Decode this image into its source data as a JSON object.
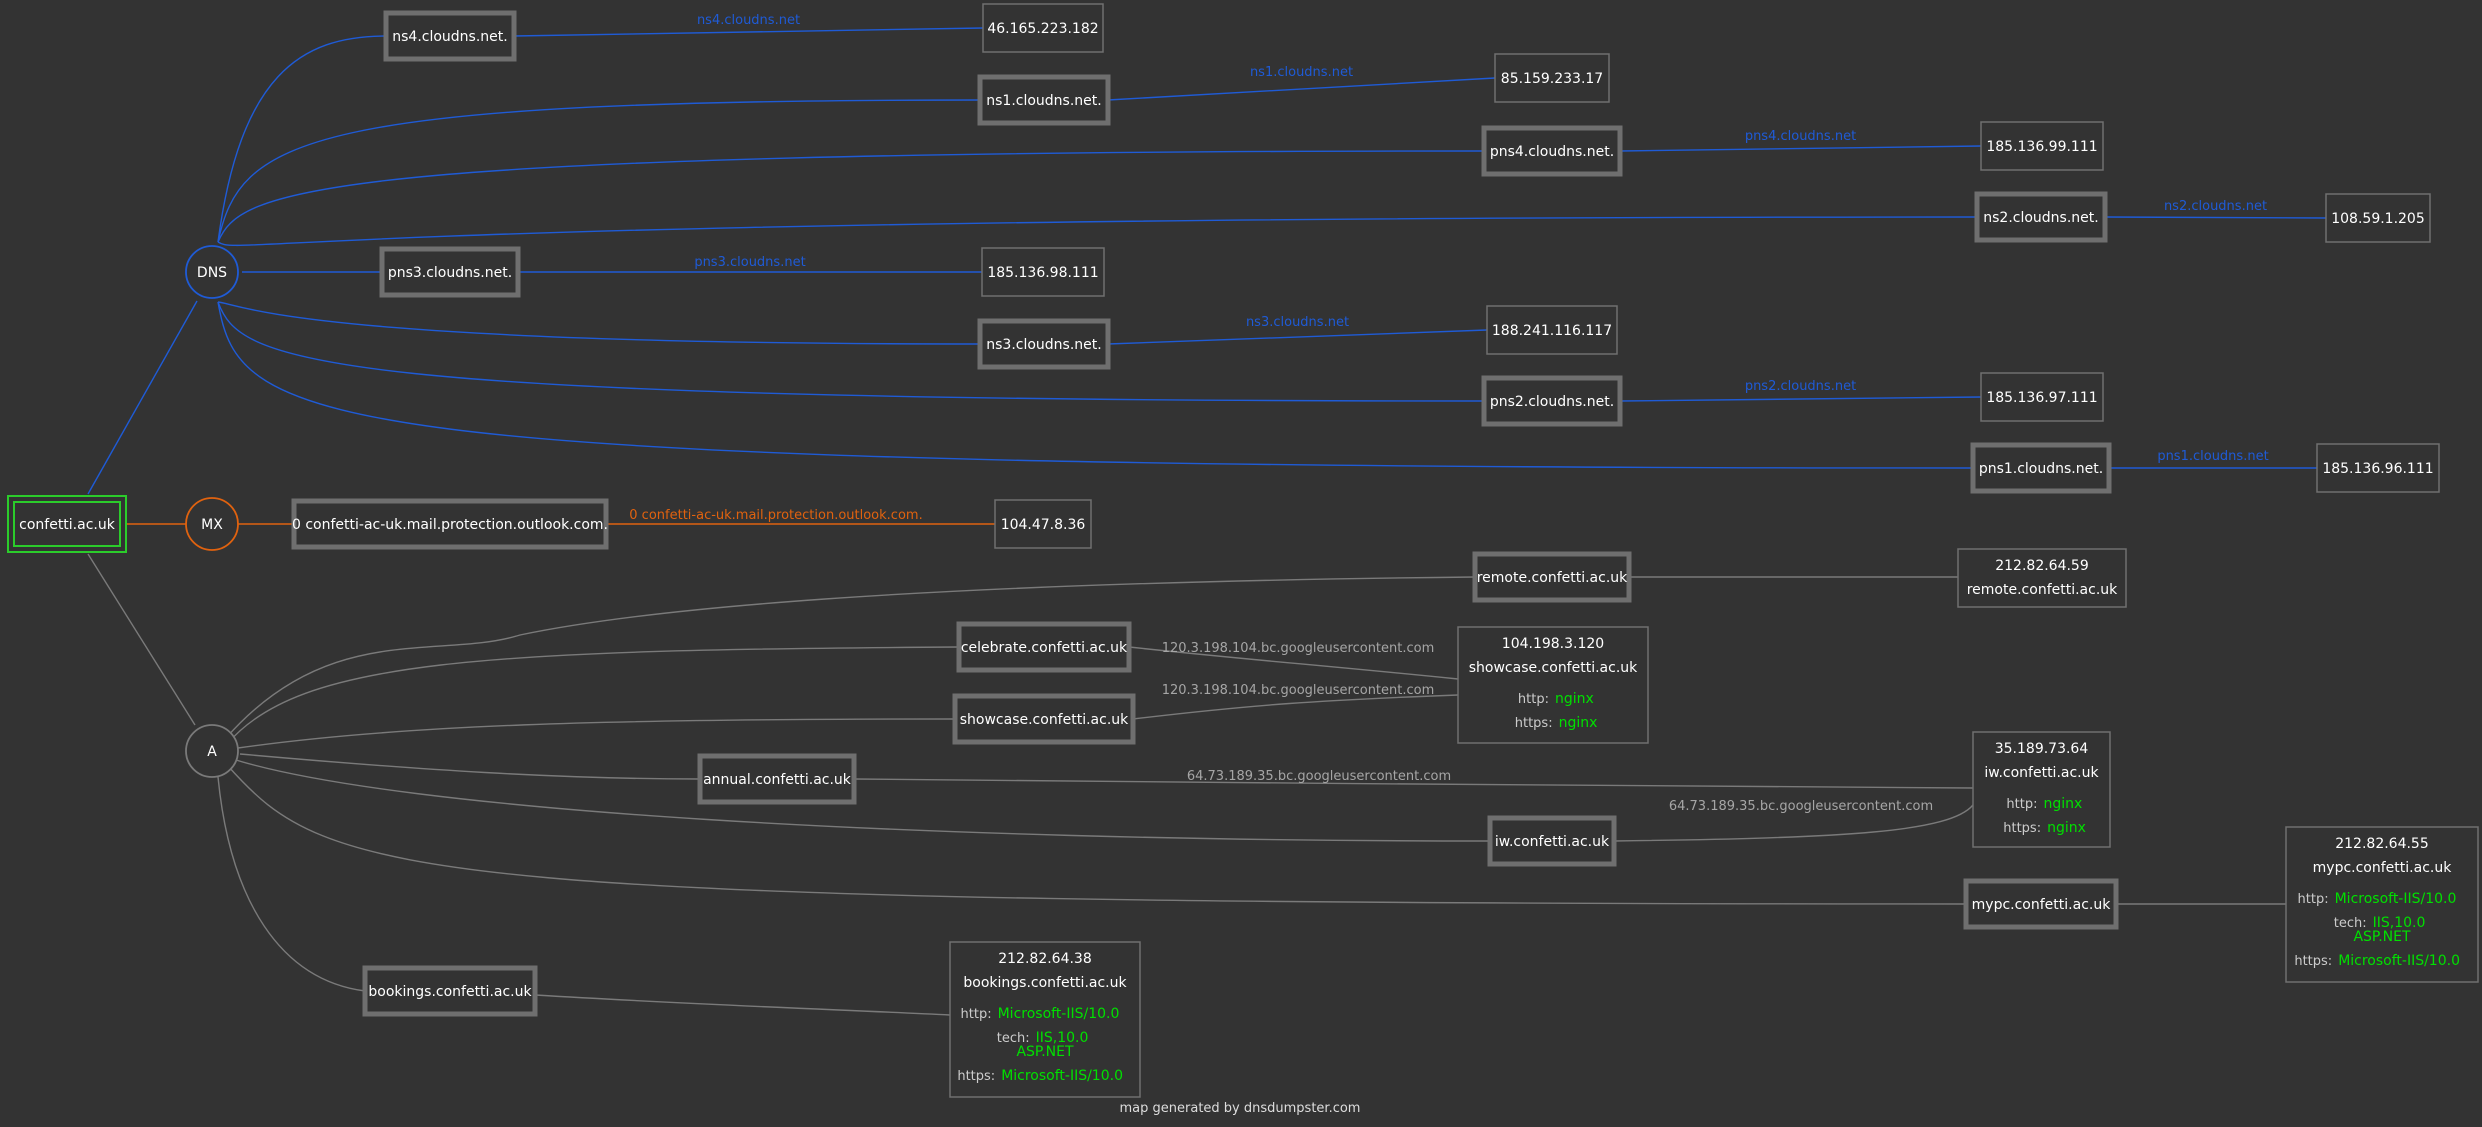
{
  "colors": {
    "background": "#333333",
    "dns": "#1f5bd6",
    "mx": "#e0620f",
    "a": "#7a7a7a",
    "root": "#2bcc2b",
    "box_thick": "#6f6f6f",
    "box_thin": "#707070",
    "text": "#ffffff",
    "service": "#00e000",
    "edge_label_grey": "#a6a6a6"
  },
  "root": {
    "label": "confetti.ac.uk"
  },
  "categories": [
    {
      "id": "dns",
      "label": "DNS"
    },
    {
      "id": "mx",
      "label": "MX"
    },
    {
      "id": "a",
      "label": "A"
    }
  ],
  "dns_records": [
    {
      "host": "ns4.cloudns.net.",
      "edge_label": "ns4.cloudns.net",
      "ip": "46.165.223.182"
    },
    {
      "host": "ns1.cloudns.net.",
      "edge_label": "ns1.cloudns.net",
      "ip": "85.159.233.17"
    },
    {
      "host": "pns4.cloudns.net.",
      "edge_label": "pns4.cloudns.net",
      "ip": "185.136.99.111"
    },
    {
      "host": "ns2.cloudns.net.",
      "edge_label": "ns2.cloudns.net",
      "ip": "108.59.1.205"
    },
    {
      "host": "pns3.cloudns.net.",
      "edge_label": "pns3.cloudns.net",
      "ip": "185.136.98.111"
    },
    {
      "host": "ns3.cloudns.net.",
      "edge_label": "ns3.cloudns.net",
      "ip": "188.241.116.117"
    },
    {
      "host": "pns2.cloudns.net.",
      "edge_label": "pns2.cloudns.net",
      "ip": "185.136.97.111"
    },
    {
      "host": "pns1.cloudns.net.",
      "edge_label": "pns1.cloudns.net",
      "ip": "185.136.96.111"
    }
  ],
  "mx_records": [
    {
      "host": "0 confetti-ac-uk.mail.protection.outlook.com.",
      "edge_label": "0 confetti-ac-uk.mail.protection.outlook.com.",
      "ip": "104.47.8.36"
    }
  ],
  "a_records": [
    {
      "host": "remote.confetti.ac.uk",
      "edge_label": ""
    },
    {
      "host": "celebrate.confetti.ac.uk",
      "edge_label": "120.3.198.104.bc.googleusercontent.com"
    },
    {
      "host": "showcase.confetti.ac.uk",
      "edge_label": "120.3.198.104.bc.googleusercontent.com"
    },
    {
      "host": "annual.confetti.ac.uk",
      "edge_label": "64.73.189.35.bc.googleusercontent.com"
    },
    {
      "host": "iw.confetti.ac.uk",
      "edge_label": "64.73.189.35.bc.googleusercontent.com"
    },
    {
      "host": "mypc.confetti.ac.uk",
      "edge_label": ""
    },
    {
      "host": "bookings.confetti.ac.uk",
      "edge_label": ""
    }
  ],
  "ip_info": [
    {
      "ip": "212.82.64.59",
      "name": "remote.confetti.ac.uk",
      "services": []
    },
    {
      "ip": "104.198.3.120",
      "name": "showcase.confetti.ac.uk",
      "services": [
        {
          "key": "http:",
          "value": [
            "nginx"
          ]
        },
        {
          "key": "https:",
          "value": [
            "nginx"
          ]
        }
      ]
    },
    {
      "ip": "35.189.73.64",
      "name": "iw.confetti.ac.uk",
      "services": [
        {
          "key": "http:",
          "value": [
            "nginx"
          ]
        },
        {
          "key": "https:",
          "value": [
            "nginx"
          ]
        }
      ]
    },
    {
      "ip": "212.82.64.55",
      "name": "mypc.confetti.ac.uk",
      "services": [
        {
          "key": "http:",
          "value": [
            "Microsoft-IIS/10.0"
          ]
        },
        {
          "key": "tech:",
          "value": [
            "IIS,10.0",
            "ASP.NET"
          ]
        },
        {
          "key": "https:",
          "value": [
            "Microsoft-IIS/10.0"
          ]
        }
      ]
    },
    {
      "ip": "212.82.64.38",
      "name": "bookings.confetti.ac.uk",
      "services": [
        {
          "key": "http:",
          "value": [
            "Microsoft-IIS/10.0"
          ]
        },
        {
          "key": "tech:",
          "value": [
            "IIS,10.0",
            "ASP.NET"
          ]
        },
        {
          "key": "https:",
          "value": [
            "Microsoft-IIS/10.0"
          ]
        }
      ]
    }
  ],
  "footer": "map generated by dnsdumpster.com"
}
